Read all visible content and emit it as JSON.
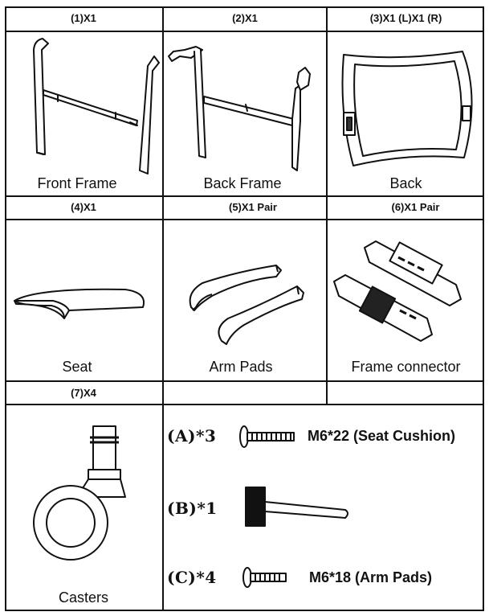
{
  "parts": [
    {
      "header": "(1)X1",
      "caption": "Front Frame",
      "icon": "front-frame-icon"
    },
    {
      "header": "(2)X1",
      "caption": "Back Frame",
      "icon": "back-frame-icon"
    },
    {
      "header": "(3)X1 (L)X1 (R)",
      "caption": "Back",
      "icon": "back-icon"
    },
    {
      "header": "(4)X1",
      "caption": "Seat",
      "icon": "seat-icon"
    },
    {
      "header": "(5)X1 Pair",
      "caption": "Arm Pads",
      "icon": "arm-pads-icon"
    },
    {
      "header": "(6)X1 Pair",
      "caption": "Frame connector",
      "icon": "frame-connector-icon"
    },
    {
      "header": "(7)X4",
      "caption": "Casters",
      "icon": "caster-icon"
    }
  ],
  "hardware": [
    {
      "label": "(A)*3",
      "spec": "M6*22 (Seat Cushion)",
      "icon": "screw-icon"
    },
    {
      "label": "(B)*1",
      "spec": "",
      "icon": "allen-key-icon"
    },
    {
      "label": "(C)*4",
      "spec": "M6*18 (Arm Pads)",
      "icon": "short-screw-icon"
    }
  ]
}
